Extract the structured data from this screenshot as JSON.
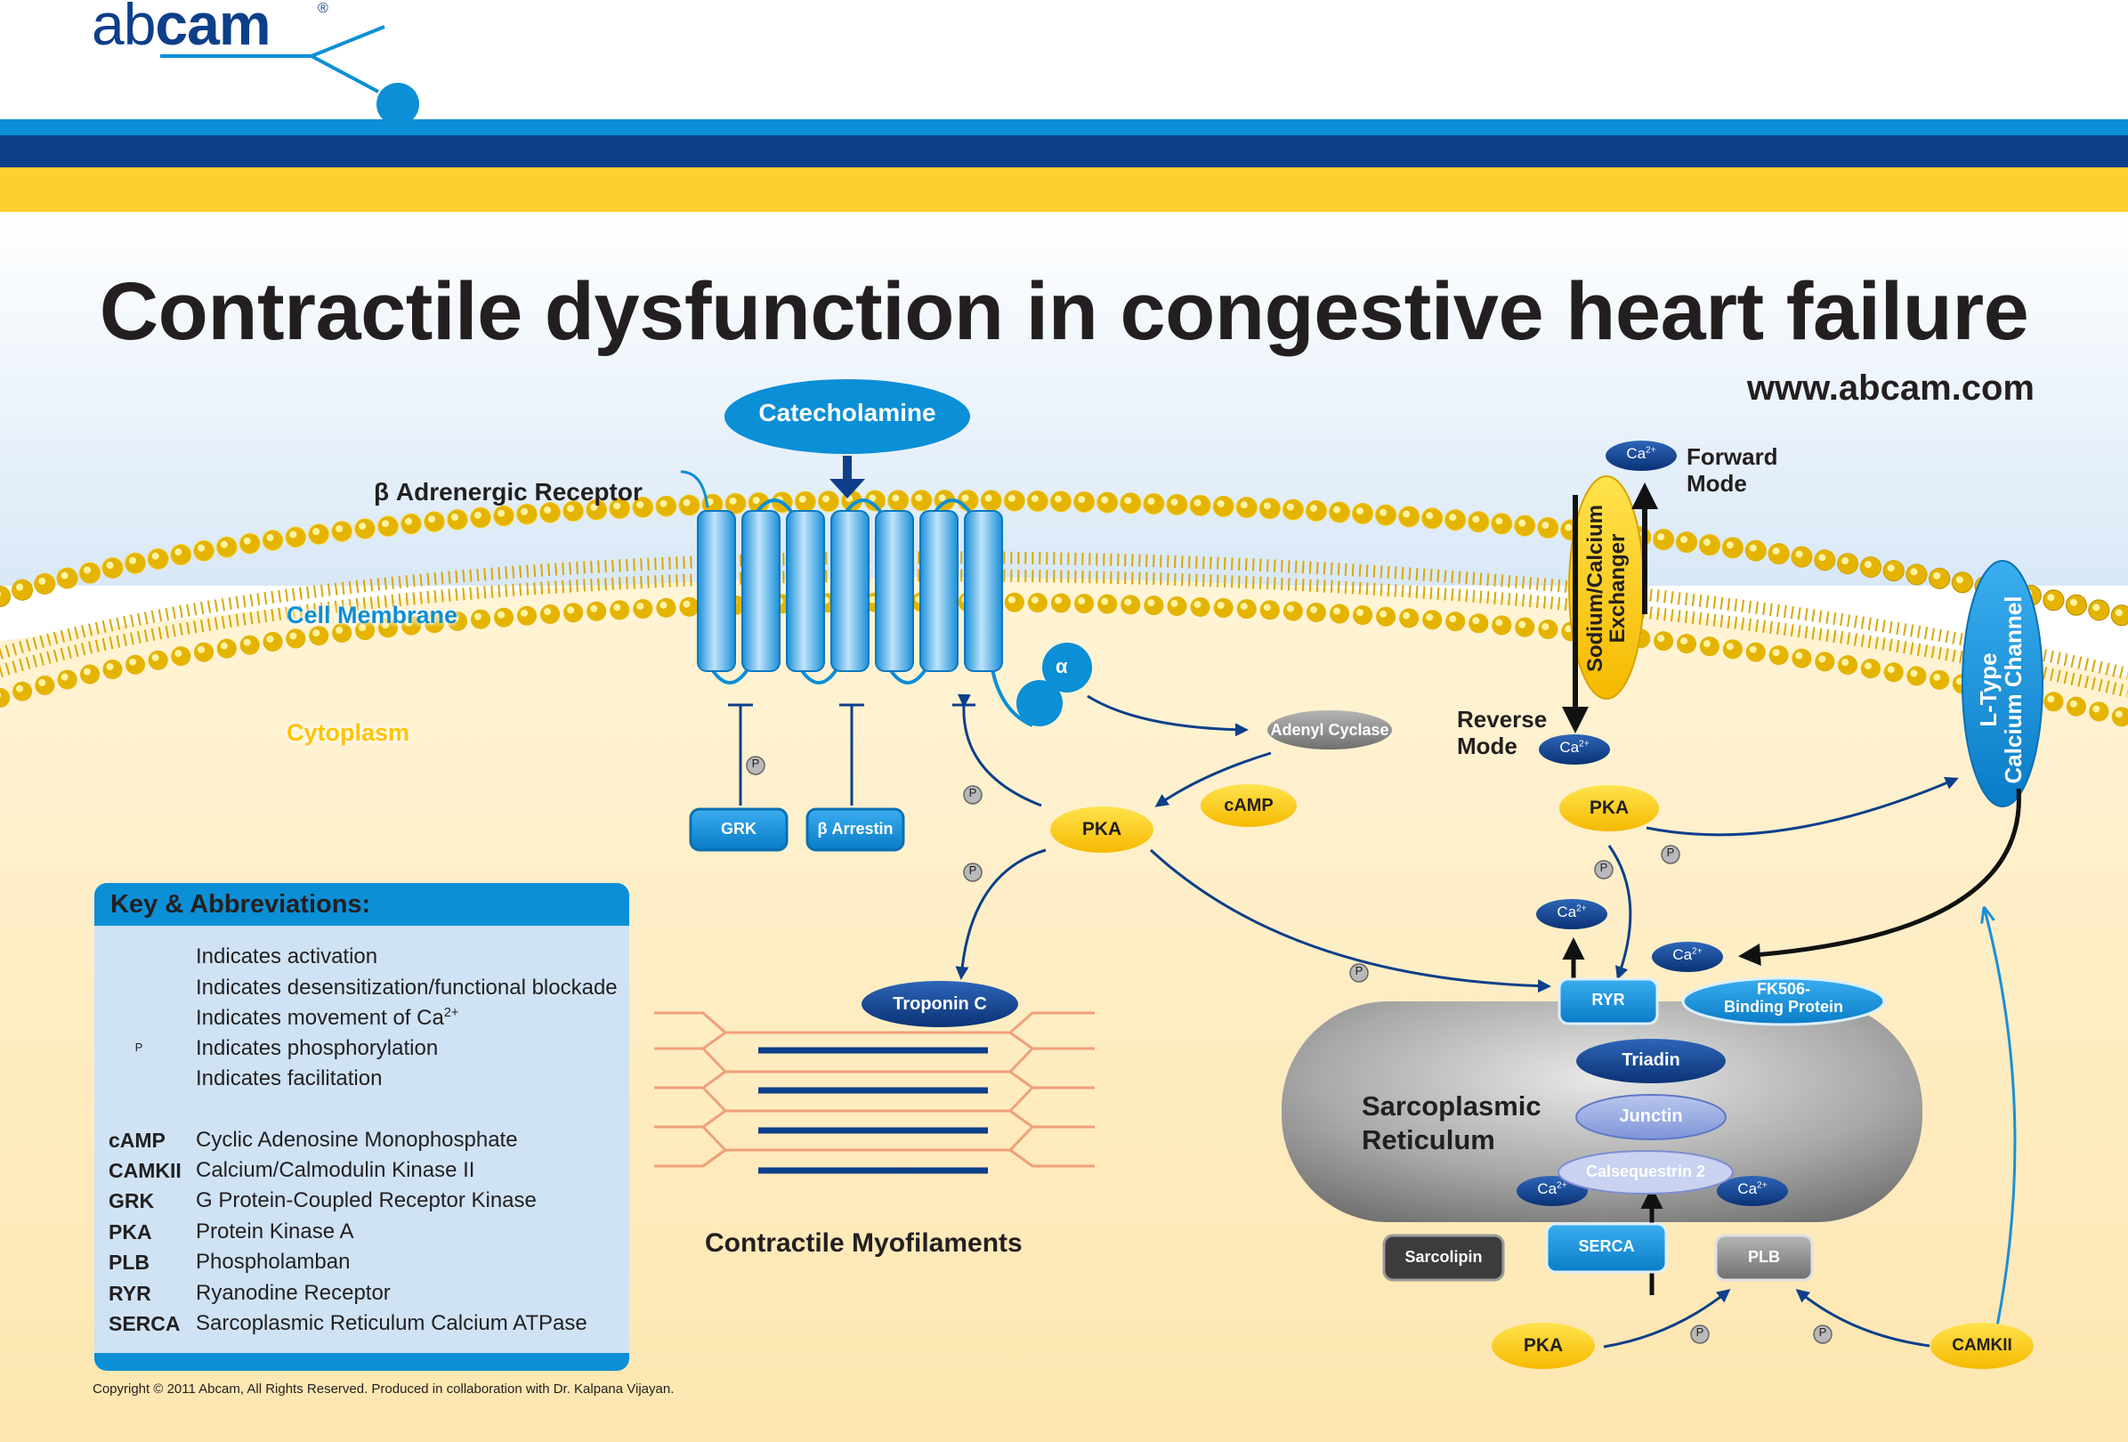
{
  "brand": {
    "logo_text": "abcam",
    "registered": "®"
  },
  "title": "Contractile dysfunction in congestive heart failure",
  "website": "www.abcam.com",
  "colors": {
    "navy": "#0d3f8a",
    "blue": "#0b8fd6",
    "yellow": "#ffd200",
    "cytoplasm": "#fdecc2",
    "gray_sr": "#8d8d8d"
  },
  "labels": {
    "catecholamine": "Catecholamine",
    "beta_receptor": "β Adrenergic Receptor",
    "cell_membrane": "Cell Membrane",
    "cytoplasm": "Cytoplasm",
    "alpha": "α",
    "adenyl_cyclase": "Adenyl Cyclase",
    "camp": "cAMP",
    "pka": "PKA",
    "grk": "GRK",
    "beta_arrestin": "β Arrestin",
    "phospho": "P",
    "troponin_c": "Troponin C",
    "myofilaments": "Contractile Myofilaments",
    "ncx_line1": "Sodium/Calcium",
    "ncx_line2": "Exchanger",
    "forward_line1": "Forward",
    "forward_line2": "Mode",
    "reverse_line1": "Reverse",
    "reverse_line2": "Mode",
    "ca": "Ca",
    "ca_charge": "2+",
    "ltype_line1": "L-Type",
    "ltype_line2": "Calcium Channel",
    "ryr": "RYR",
    "fk506_line1": "FK506-",
    "fk506_line2": "Binding Protein",
    "sr_line1": "Sarcoplasmic",
    "sr_line2": "Reticulum",
    "triadin": "Triadin",
    "junctin": "Junctin",
    "calsequestrin": "Calsequestrin 2",
    "serca": "SERCA",
    "sarcolipin": "Sarcolipin",
    "plb": "PLB",
    "camkii": "CAMKII"
  },
  "key": {
    "title": "Key & Abbreviations:",
    "legend": [
      {
        "icon": "arrow-activation-icon",
        "text": "Indicates activation"
      },
      {
        "icon": "blockade-icon",
        "text": "Indicates desensitization/functional blockade"
      },
      {
        "icon": "calcium-movement-arrow-icon",
        "text": "Indicates movement of Ca",
        "sup": "2+"
      },
      {
        "icon": "phosphorylation-icon",
        "text": "Indicates phosphorylation"
      },
      {
        "icon": "facilitation-arrow-icon",
        "text": "Indicates facilitation"
      }
    ],
    "abbreviations": [
      {
        "abbr": "cAMP",
        "def": "Cyclic Adenosine Monophosphate"
      },
      {
        "abbr": "CAMKII",
        "def": "Calcium/Calmodulin Kinase II"
      },
      {
        "abbr": "GRK",
        "def": "G Protein-Coupled Receptor Kinase"
      },
      {
        "abbr": "PKA",
        "def": "Protein Kinase A"
      },
      {
        "abbr": "PLB",
        "def": "Phospholamban"
      },
      {
        "abbr": "RYR",
        "def": "Ryanodine Receptor"
      },
      {
        "abbr": "SERCA",
        "def": "Sarcoplasmic Reticulum Calcium ATPase"
      }
    ]
  },
  "copyright": "Copyright © 2011 Abcam, All Rights Reserved. Produced in collaboration with Dr. Kalpana Vijayan."
}
